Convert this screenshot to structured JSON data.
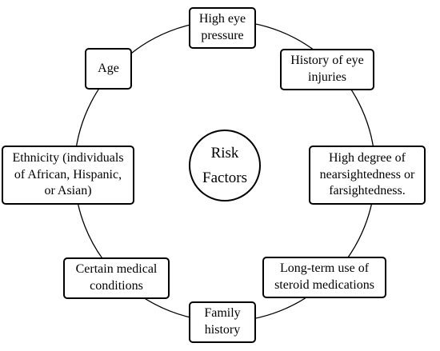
{
  "center": {
    "label": "Risk\nFactors"
  },
  "factors": [
    {
      "label": "High eye\npressure"
    },
    {
      "label": "History of eye\ninjuries"
    },
    {
      "label": "High degree of\nnearsightedness or\nfarsightedness."
    },
    {
      "label": "Long-term use of\nsteroid medications"
    },
    {
      "label": "Family\nhistory"
    },
    {
      "label": "Certain medical\nconditions"
    },
    {
      "label": "Ethnicity (individuals\nof African, Hispanic,\nor Asian)"
    },
    {
      "label": "Age"
    }
  ],
  "colors": {
    "stroke": "#000000",
    "background": "#ffffff"
  }
}
